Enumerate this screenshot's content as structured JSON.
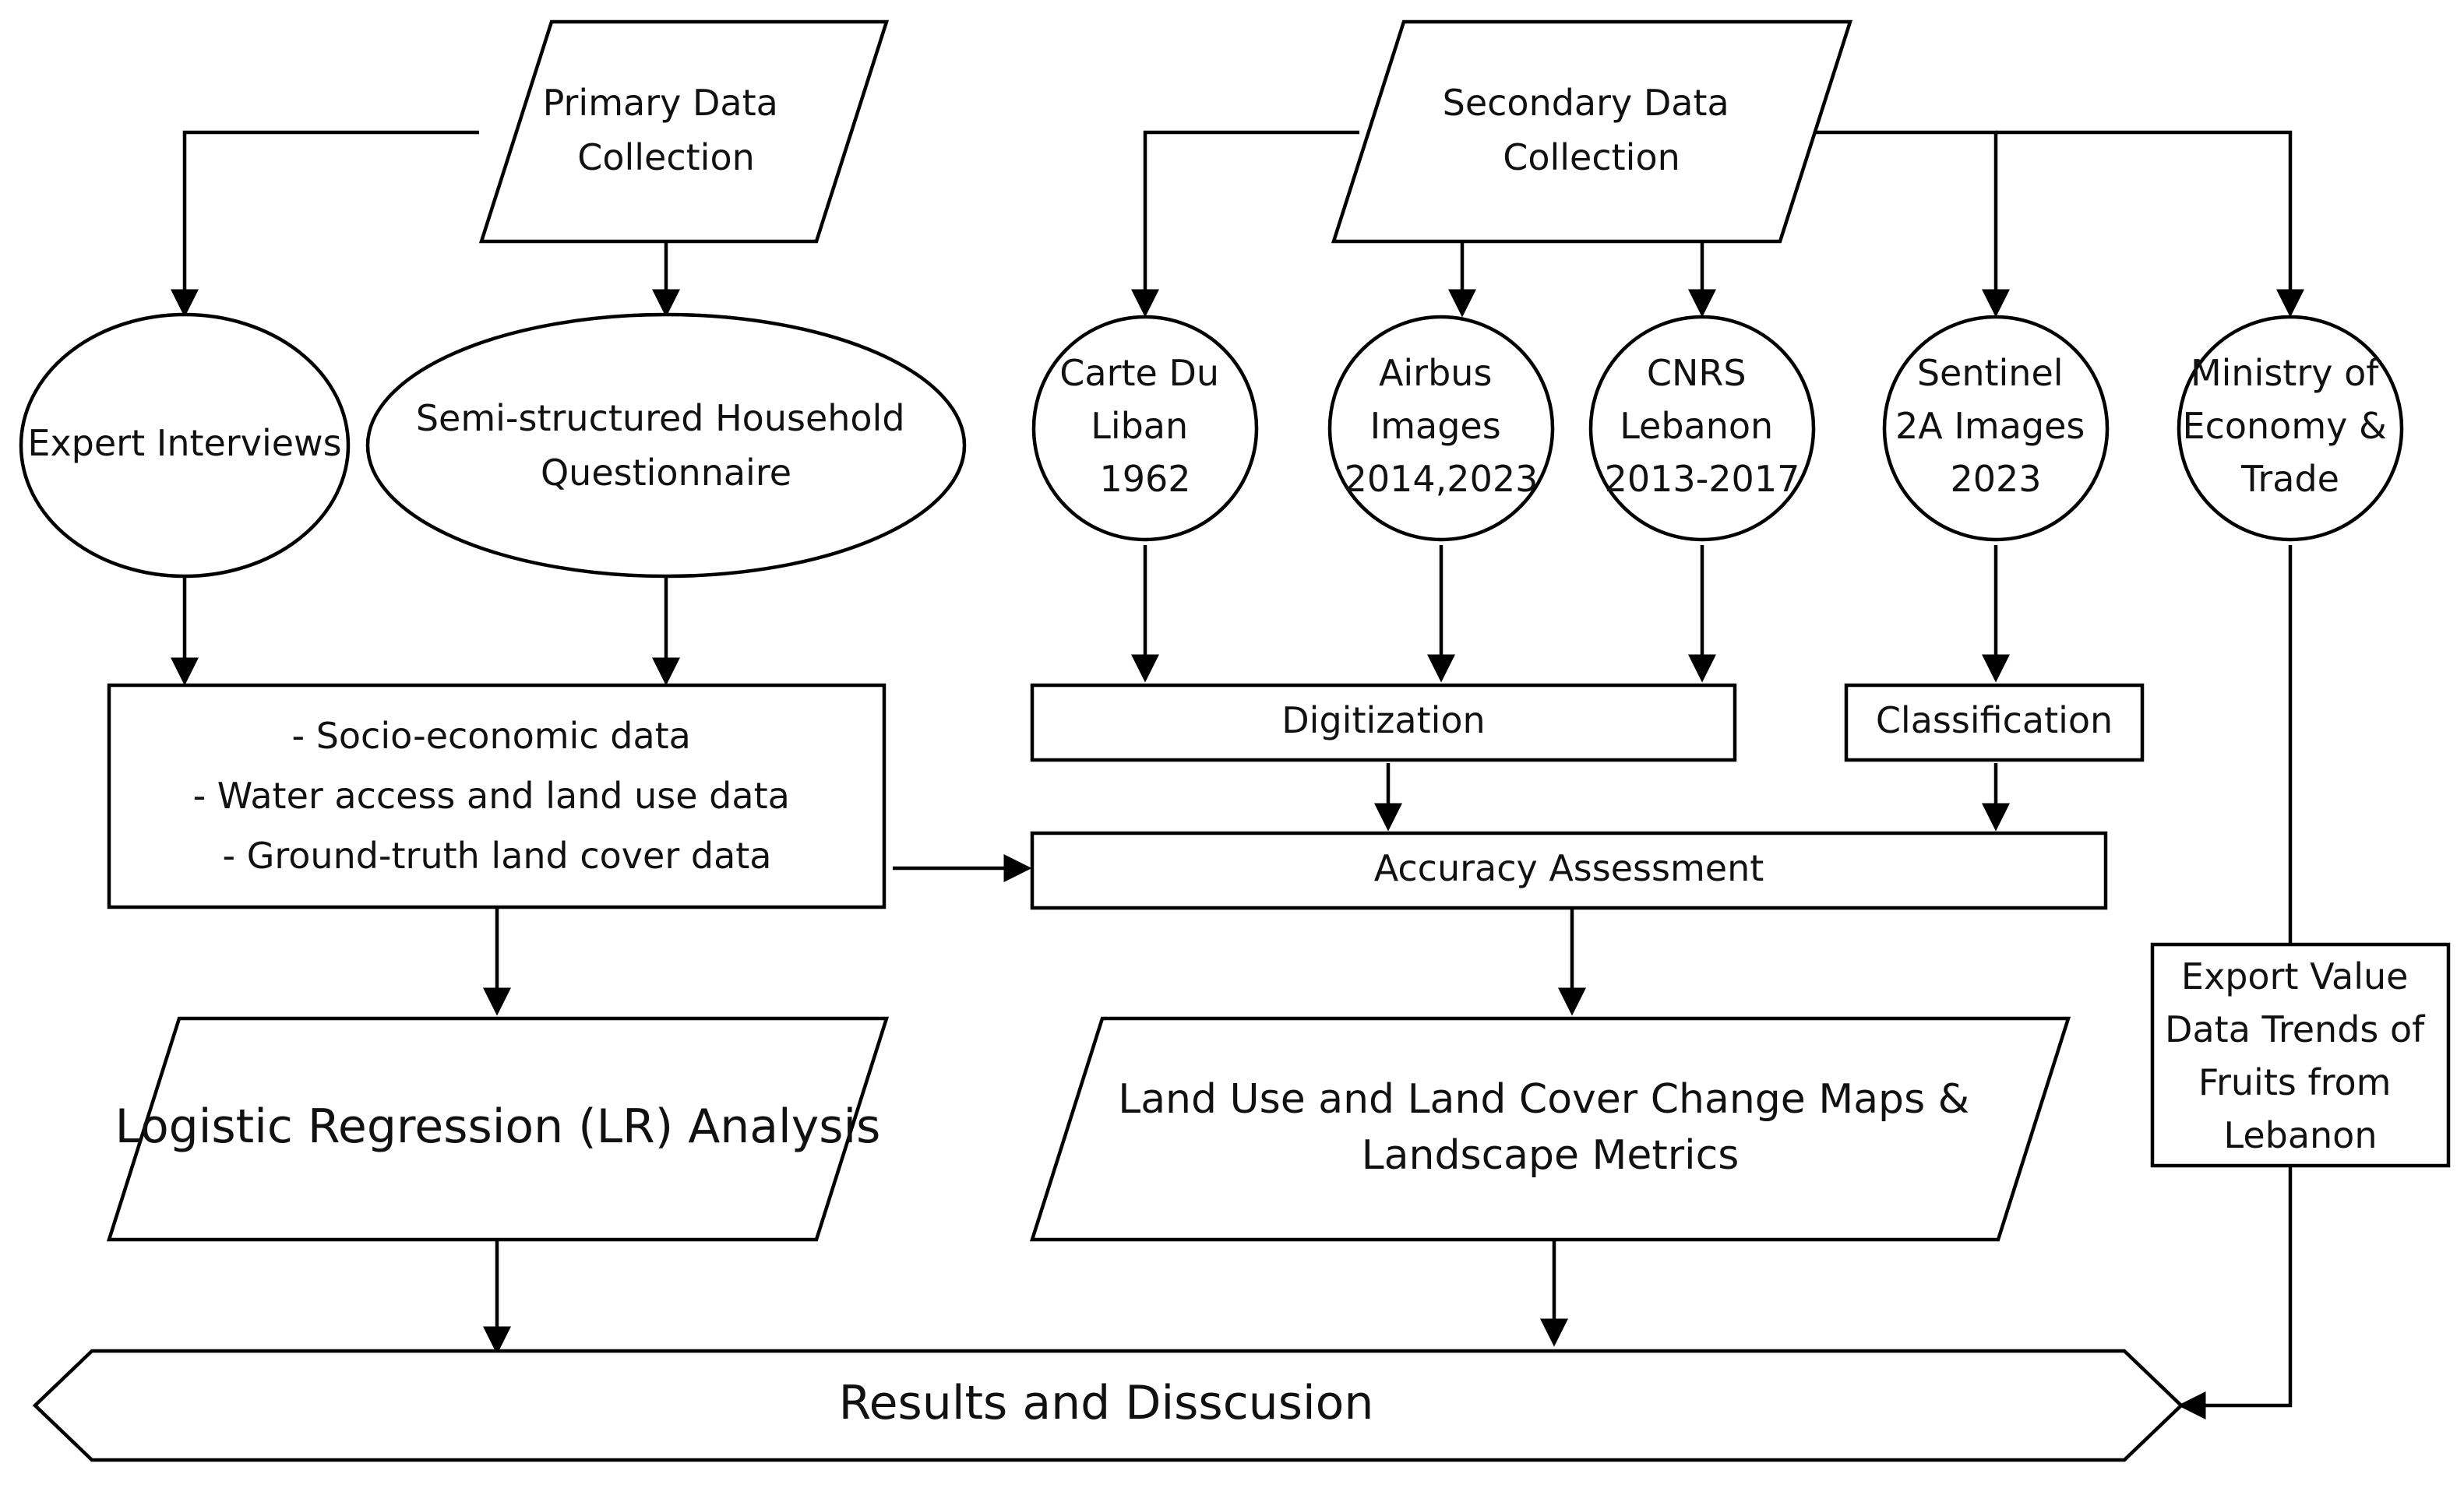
{
  "nodes": {
    "primary_data": {
      "lines": [
        "Primary Data",
        "Collection"
      ]
    },
    "secondary_data": {
      "lines": [
        "Secondary Data",
        "Collection"
      ]
    },
    "expert_interviews": {
      "lines": [
        "Expert Interviews"
      ]
    },
    "household_questionnaire": {
      "lines": [
        "Semi-structured Household",
        "Questionnaire"
      ]
    },
    "carte_du_liban": {
      "lines": [
        "Carte Du",
        "Liban",
        "1962"
      ]
    },
    "airbus_images": {
      "lines": [
        "Airbus",
        "Images",
        "2014,2023"
      ]
    },
    "cnrs_lebanon": {
      "lines": [
        "CNRS",
        "Lebanon",
        "2013-2017"
      ]
    },
    "sentinel": {
      "lines": [
        "Sentinel",
        "2A Images",
        "2023"
      ]
    },
    "ministry": {
      "lines": [
        "Ministry of",
        "Economy &",
        "Trade"
      ]
    },
    "field_data": {
      "lines": [
        "- Socio-economic data",
        "- Water access and land use data",
        "- Ground-truth land cover data"
      ]
    },
    "digitization": {
      "lines": [
        "Digitization"
      ]
    },
    "classification": {
      "lines": [
        "Classification"
      ]
    },
    "accuracy": {
      "lines": [
        "Accuracy Assessment"
      ]
    },
    "export_value": {
      "lines": [
        "Export Value",
        "Data Trends of",
        "Fruits from",
        "Lebanon"
      ]
    },
    "logistic_regression": {
      "lines": [
        "Logistic Regression (LR) Analysis"
      ]
    },
    "lulc_maps": {
      "lines": [
        "Land Use and Land Cover Change Maps &",
        "Landscape Metrics"
      ]
    },
    "results": {
      "lines": [
        "Results and Disscusion"
      ]
    }
  },
  "colors": {
    "stroke": "#000000",
    "fill": "#ffffff",
    "text": "#111111"
  }
}
